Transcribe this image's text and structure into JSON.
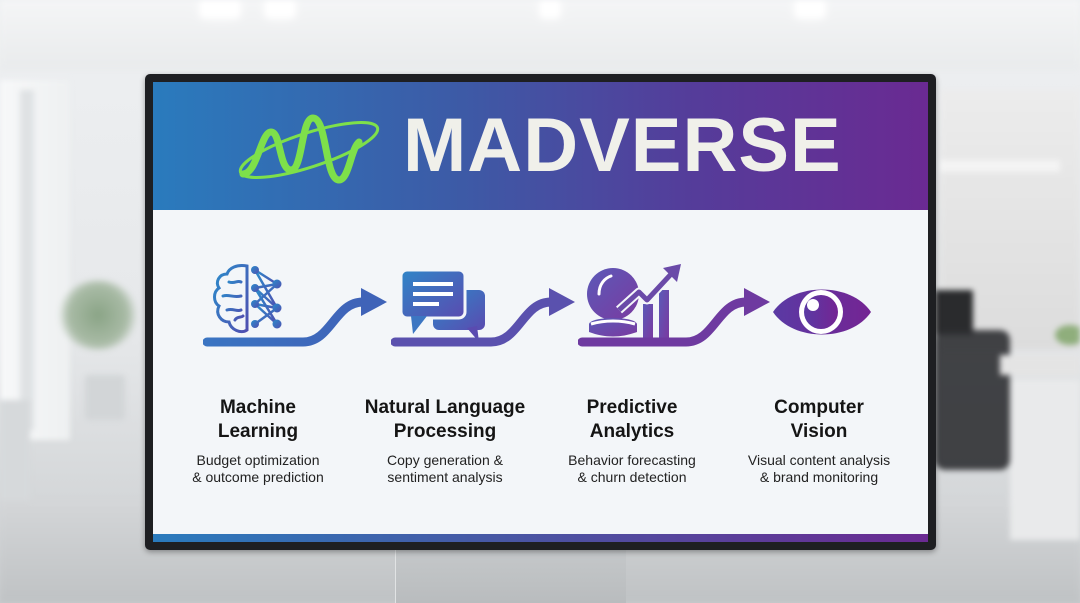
{
  "brand": {
    "name": "MADVERSE",
    "logo_icon": "wave-orbit-logo-icon",
    "colors": {
      "header_gradient_start": "#2a7bbd",
      "header_gradient_end": "#6a2a92",
      "logo_green": "#7ee04a",
      "brand_text": "#f0f0ea",
      "blue_icon": "#3a78c4",
      "purple_icon": "#6a2a92"
    }
  },
  "capabilities": [
    {
      "icon": "brain-network-icon",
      "title_line1": "Machine",
      "title_line2": "Learning",
      "desc_line1": "Budget optimization",
      "desc_line2": "& outcome prediction"
    },
    {
      "icon": "chat-bubbles-icon",
      "title_line1": "Natural Language",
      "title_line2": "Processing",
      "desc_line1": "Copy generation &",
      "desc_line2": "sentiment analysis"
    },
    {
      "icon": "crystal-ball-chart-icon",
      "title_line1": "Predictive",
      "title_line2": "Analytics",
      "desc_line1": "Behavior forecasting",
      "desc_line2": "& churn detection"
    },
    {
      "icon": "eye-icon",
      "title_line1": "Computer",
      "title_line2": "Vision",
      "desc_line1": "Visual content analysis",
      "desc_line2": "& brand monitoring"
    }
  ]
}
